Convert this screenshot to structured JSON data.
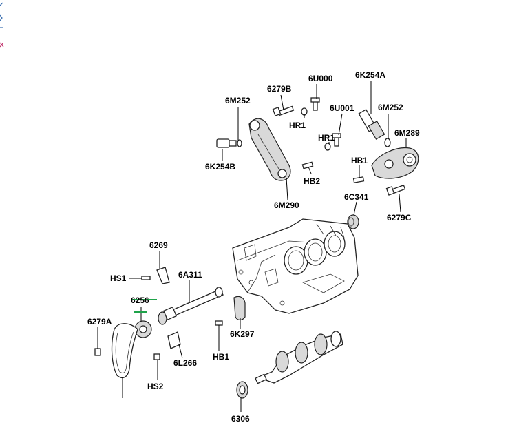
{
  "labels": {
    "6M252_a": "6M252",
    "6279B": "6279B",
    "6U000": "6U000",
    "6K254A": "6K254A",
    "HR1_a": "HR1",
    "6U001": "6U001",
    "6M252_b": "6M252",
    "HR1_b": "HR1",
    "6M289": "6M289",
    "6K254B": "6K254B",
    "HB1_a": "HB1",
    "HB2": "HB2",
    "6M290": "6M290",
    "6C341": "6C341",
    "6279C": "6279C",
    "6269": "6269",
    "HS1": "HS1",
    "6A311": "6A311",
    "6256": "6256",
    "6279A": "6279A",
    "6K297": "6K297",
    "HB1_b": "HB1",
    "6L266": "6L266",
    "HS2": "HS2",
    "6306": "6306"
  },
  "colors": {
    "highlight": "#1fa34a",
    "line": "#000000"
  }
}
